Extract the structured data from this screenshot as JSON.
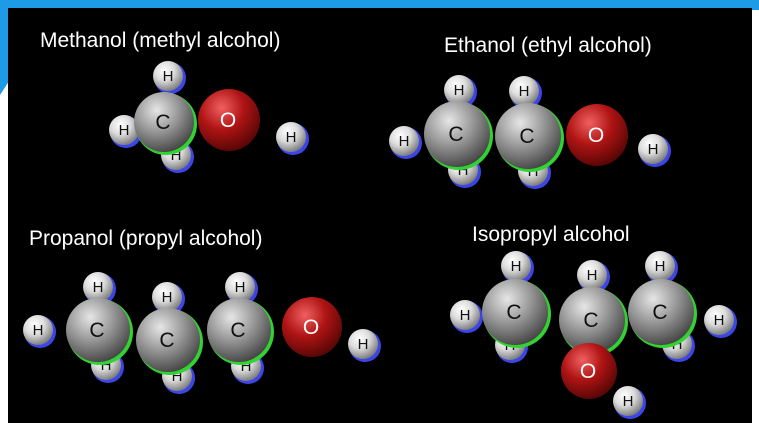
{
  "colors": {
    "background": "#000000",
    "frame": "#1e9be6",
    "text": "#ffffff",
    "carbon": "#9a9a9a",
    "oxygen": "#b01414",
    "hydrogen": "#dcdcdc",
    "h_rim": "#3c46e6",
    "c_rim": "#32d232"
  },
  "molecules": [
    {
      "id": "methanol",
      "title": "Methanol  (methyl alcohol)",
      "atoms": [
        {
          "el": "H",
          "label": "H"
        },
        {
          "el": "H",
          "label": "H"
        },
        {
          "el": "H",
          "label": "H"
        },
        {
          "el": "C",
          "label": "C"
        },
        {
          "el": "O",
          "label": "O"
        },
        {
          "el": "H",
          "label": "H"
        }
      ]
    },
    {
      "id": "ethanol",
      "title": "Ethanol (ethyl alcohol)",
      "atoms": [
        {
          "el": "H",
          "label": "H"
        },
        {
          "el": "H",
          "label": "H"
        },
        {
          "el": "H",
          "label": "H"
        },
        {
          "el": "H",
          "label": "H"
        },
        {
          "el": "H",
          "label": "H"
        },
        {
          "el": "C",
          "label": "C"
        },
        {
          "el": "C",
          "label": "C"
        },
        {
          "el": "O",
          "label": "O"
        },
        {
          "el": "H",
          "label": "H"
        }
      ]
    },
    {
      "id": "propanol",
      "title": "Propanol (propyl alcohol)",
      "atoms": [
        {
          "el": "H",
          "label": "H"
        },
        {
          "el": "H",
          "label": "H"
        },
        {
          "el": "H",
          "label": "H"
        },
        {
          "el": "H",
          "label": "H"
        },
        {
          "el": "H",
          "label": "H"
        },
        {
          "el": "H",
          "label": "H"
        },
        {
          "el": "H",
          "label": "H"
        },
        {
          "el": "C",
          "label": "C"
        },
        {
          "el": "C",
          "label": "C"
        },
        {
          "el": "C",
          "label": "C"
        },
        {
          "el": "O",
          "label": "O"
        },
        {
          "el": "H",
          "label": "H"
        }
      ]
    },
    {
      "id": "isopropyl",
      "title": "Isopropyl alcohol",
      "atoms": [
        {
          "el": "H",
          "label": "H"
        },
        {
          "el": "H",
          "label": "H"
        },
        {
          "el": "H",
          "label": "H"
        },
        {
          "el": "H",
          "label": "H"
        },
        {
          "el": "H",
          "label": "H"
        },
        {
          "el": "H",
          "label": "H"
        },
        {
          "el": "H",
          "label": "H"
        },
        {
          "el": "C",
          "label": "C"
        },
        {
          "el": "C",
          "label": "C"
        },
        {
          "el": "C",
          "label": "C"
        },
        {
          "el": "O",
          "label": "O"
        },
        {
          "el": "H",
          "label": "H"
        }
      ]
    }
  ]
}
